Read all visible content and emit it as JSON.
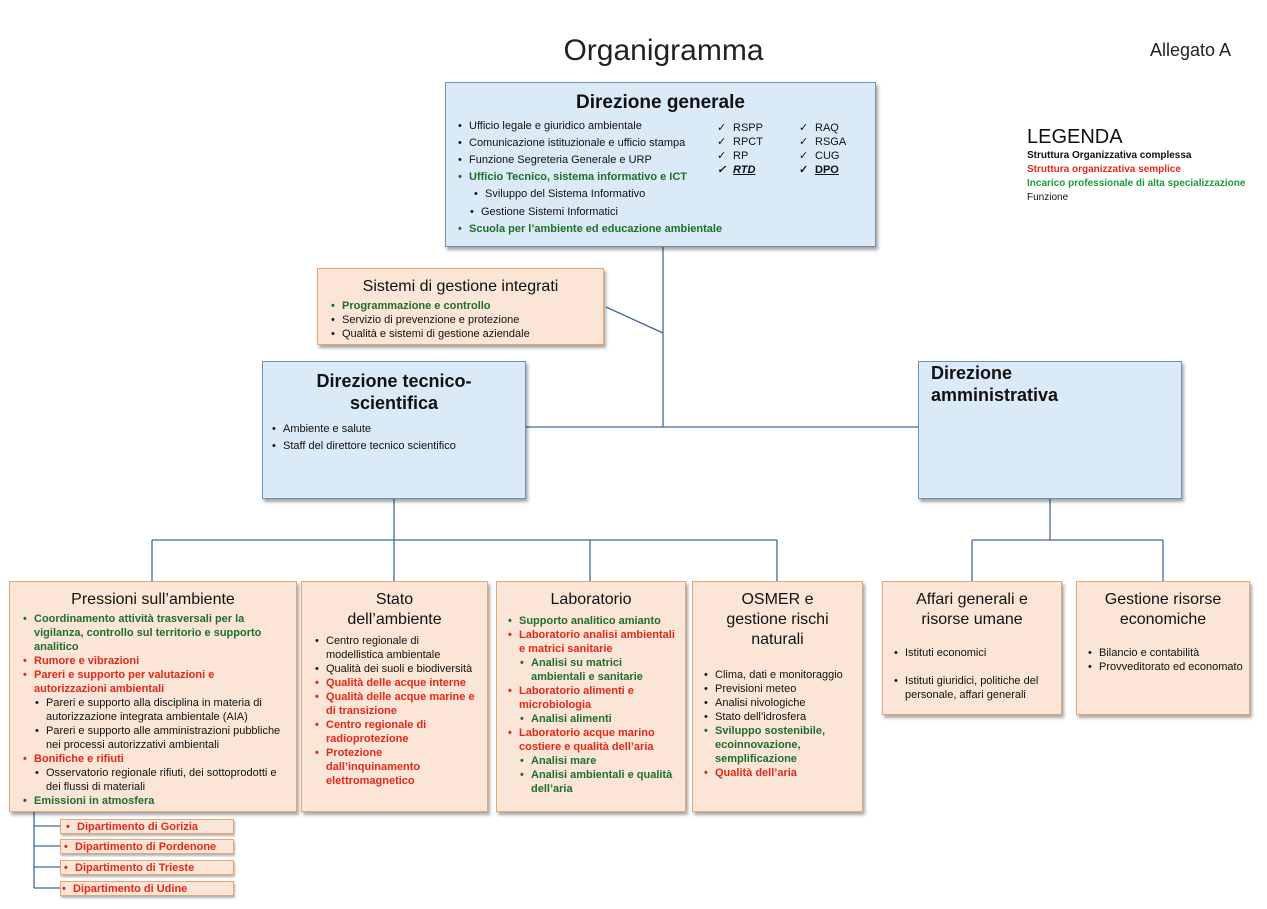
{
  "title": "Organigramma",
  "allegato": "Allegato A",
  "legend": {
    "title": "LEGENDA",
    "items": [
      {
        "label": "Struttura Organizzativa complessa",
        "color": "#111111"
      },
      {
        "label": "Struttura organizzativa semplice",
        "color": "#e0291b"
      },
      {
        "label": "Incarico professionale di alta specializzazione",
        "color": "#1e6f2b"
      },
      {
        "label": "Funzione",
        "color": "#111111"
      }
    ]
  },
  "direzione_generale": {
    "title": "Direzione generale",
    "items": [
      "Ufficio legale e giuridico ambientale",
      "Comunicazione istituzionale  e ufficio stampa",
      "Funzione Segreteria Generale e URP",
      "Ufficio Tecnico, sistema informativo e ICT",
      "Sviluppo del Sistema Informativo",
      "Gestione Sistemi Informatici",
      "Scuola per l’ambiente ed educazione ambientale"
    ],
    "checks_left": [
      "RSPP",
      "RPCT",
      "RP",
      "RTD"
    ],
    "checks_right": [
      "RAQ",
      "RSGA",
      "CUG",
      "DPO"
    ]
  },
  "sistemi_gestione": {
    "title": "Sistemi di gestione integrati",
    "items": [
      "Programmazione e controllo",
      "Servizio di prevenzione e protezione",
      "Qualità e sistemi di gestione aziendale"
    ]
  },
  "direzione_tecnico": {
    "title": "Direzione tecnico-scientifica",
    "items": [
      "Ambiente e salute",
      "Staff del direttore tecnico scientifico"
    ]
  },
  "direzione_amministrativa": {
    "title": "Direzione amministrativa"
  },
  "pressioni": {
    "title": "Pressioni sull’ambiente",
    "items": [
      "Coordinamento attività trasversali per  la vigilanza, controllo sul territorio e supporto analitico",
      "Rumore e vibrazioni",
      "Pareri e supporto per valutazioni e autorizzazioni ambientali",
      "Pareri e supporto alla disciplina in materia di autorizzazione integrata ambientale (AIA)",
      "Pareri e supporto alle amministrazioni pubbliche nei processi autorizzativi ambientali",
      "Bonifiche e rifiuti",
      "Osservatorio regionale rifiuti, dei sottoprodotti e dei flussi di materiali",
      "Emissioni in atmosfera"
    ]
  },
  "stato": {
    "title": "Stato dell’ambiente",
    "items": [
      "Centro regionale di modellistica ambientale",
      "Qualità dei suoli e biodiversità",
      "Qualità delle acque interne",
      "Qualità delle acque marine e di transizione",
      "Centro regionale di radioprotezione",
      "Protezione dall’inquinamento elettromagnetico"
    ]
  },
  "laboratorio": {
    "title": "Laboratorio",
    "items": [
      "Supporto analitico amianto",
      "Laboratorio  analisi ambientali e matrici sanitarie",
      "Analisi su matrici ambientali e sanitarie",
      "Laboratorio  alimenti e microbiologia",
      "Analisi alimenti",
      "Laboratorio  acque marino costiere e qualità dell’aria",
      "Analisi mare",
      "Analisi ambientali e qualità dell’aria"
    ]
  },
  "osmer": {
    "title": "OSMER e gestione rischi naturali",
    "items": [
      "Clima, dati e monitoraggio",
      "Previsioni meteo",
      "Analisi nivologiche",
      "Stato dell’idrosfera",
      "Sviluppo sostenibile, ecoinnovazione, semplificazione",
      "Qualità dell’aria"
    ]
  },
  "affari": {
    "title": "Affari generali e risorse umane",
    "items": [
      "Istituti economici",
      "Istituti giuridici, politiche del personale, affari generali"
    ]
  },
  "gestione_risorse": {
    "title": "Gestione risorse economiche",
    "items": [
      "Bilancio e contabilità",
      "Provveditorato ed economato"
    ]
  },
  "dipartimenti": [
    "Dipartimento di Gorizia",
    "Dipartimento di Pordenone",
    "Dipartimento di Trieste",
    "Dipartimento di Udine"
  ]
}
